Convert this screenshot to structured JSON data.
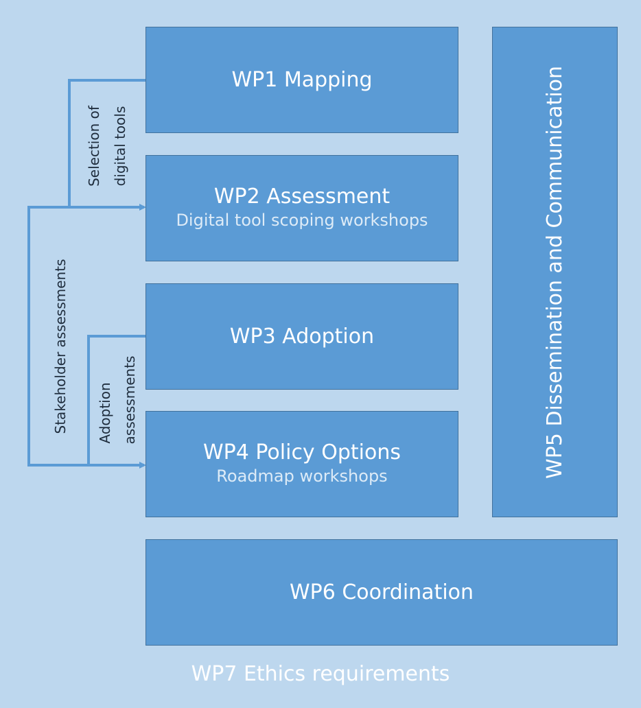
{
  "boxes": {
    "wp1": {
      "title": "WP1 Mapping"
    },
    "wp2": {
      "title": "WP2 Assessment",
      "subtitle": "Digital tool scoping workshops"
    },
    "wp3": {
      "title": "WP3 Adoption"
    },
    "wp4": {
      "title": "WP4 Policy Options",
      "subtitle": "Roadmap workshops"
    },
    "wp5": {
      "title": "WP5 Dissemination and Communication"
    },
    "wp6": {
      "title": "WP6 Coordination"
    }
  },
  "footer": {
    "text": "WP7 Ethics requirements"
  },
  "connectors": {
    "selection": {
      "line1": "Selection of",
      "line2": "digital tools"
    },
    "stakeholder": {
      "label": "Stakeholder assessments"
    },
    "adoption": {
      "line1": "Adoption",
      "line2": "assessments"
    }
  },
  "colors": {
    "background": "#bdd7ee",
    "box_fill": "#5b9bd5",
    "box_border": "#41719c",
    "connector": "#5b9bd5",
    "subtitle_text": "#ddebf7"
  }
}
